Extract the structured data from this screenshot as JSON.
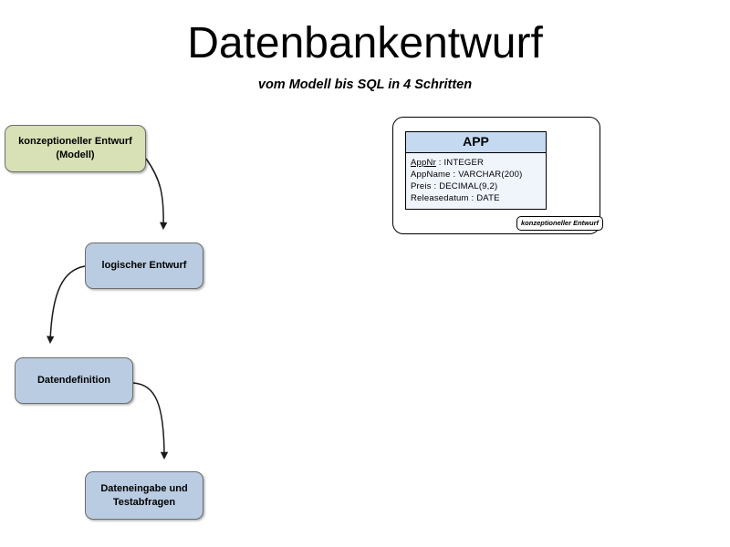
{
  "slide": {
    "title": "Datenbankentwurf",
    "subtitle": "vom Modell bis SQL in 4 Schritten",
    "background_color": "#ffffff"
  },
  "flow": {
    "steps": [
      {
        "label": "konzeptioneller Entwurf (Modell)",
        "fill_color": "#d7e1b5"
      },
      {
        "label": "logischer Entwurf",
        "fill_color": "#b9cce2"
      },
      {
        "label": "Datendefinition",
        "fill_color": "#b9cce2"
      },
      {
        "label": "Dateneingabe und Testabfragen",
        "fill_color": "#b9cce2"
      }
    ],
    "connector_color": "#1a1a1a"
  },
  "model": {
    "entity": {
      "name": "APP",
      "header_color": "#c5d9f1",
      "body_color": "#f0f4fb",
      "attributes": [
        {
          "name": "AppNr",
          "type": "INTEGER",
          "primary_key": true
        },
        {
          "name": "AppName",
          "type": "VARCHAR(200)",
          "primary_key": false
        },
        {
          "name": "Preis",
          "type": "DECIMAL(9,2)",
          "primary_key": false
        },
        {
          "name": "Releasedatum",
          "type": "DATE",
          "primary_key": false
        }
      ]
    },
    "tag_label": "konzeptioneller Entwurf"
  }
}
